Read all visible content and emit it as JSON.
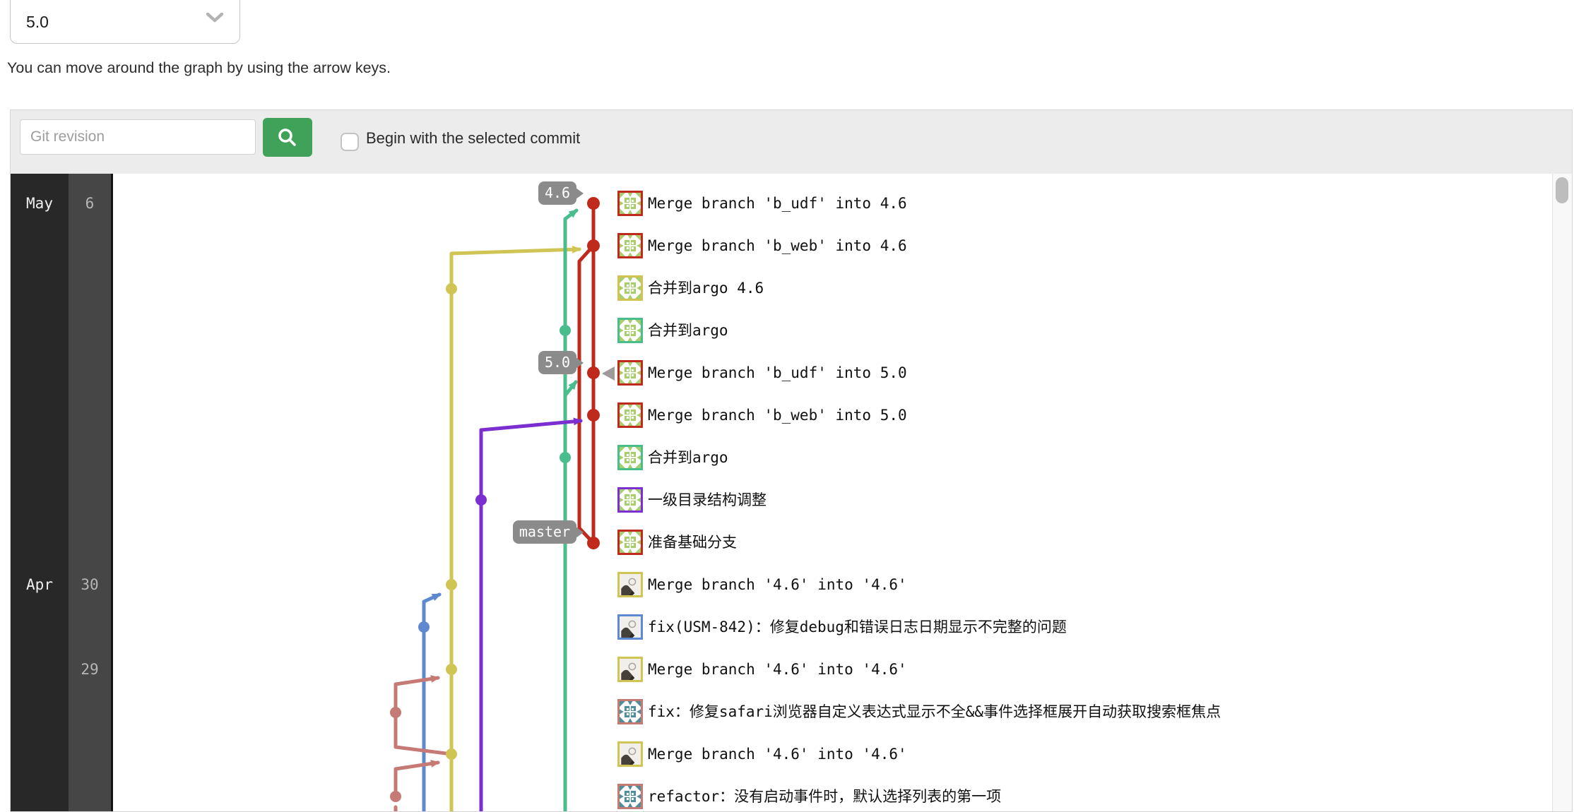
{
  "branch_selector": {
    "value": "5.0"
  },
  "hint_text": "You can move around the graph by using the arrow keys.",
  "toolbar": {
    "search_placeholder": "Git revision",
    "checkbox_label": "Begin with the selected commit",
    "checkbox_checked": false
  },
  "lane_colors": {
    "red": "#c02a1d",
    "green": "#49bd8c",
    "yellow": "#d0c454",
    "purple": "#7b2fd1",
    "blue": "#5e88d0",
    "salmon": "#c57a76"
  },
  "branch_labels": [
    {
      "name": "4.6",
      "row": 0
    },
    {
      "name": "5.0",
      "row": 4
    },
    {
      "name": "master",
      "row": 8
    }
  ],
  "date_gutter": [
    {
      "month": "May",
      "day": "6",
      "row": 0
    },
    {
      "month": "Apr",
      "day": "30",
      "row": 9
    },
    {
      "month": "",
      "day": "29",
      "row": 11
    }
  ],
  "commits": [
    {
      "message": "Merge branch 'b_udf' into 4.6",
      "lane": "red",
      "avatar": "identicon-green",
      "selected": false
    },
    {
      "message": "Merge branch 'b_web' into 4.6",
      "lane": "red",
      "avatar": "identicon-green",
      "selected": false
    },
    {
      "message": "合并到argo 4.6",
      "lane": "yellow",
      "avatar": "identicon-green",
      "selected": false
    },
    {
      "message": "合并到argo",
      "lane": "green",
      "avatar": "identicon-green",
      "selected": false
    },
    {
      "message": "Merge branch 'b_udf' into 5.0",
      "lane": "red",
      "avatar": "identicon-green",
      "selected": true
    },
    {
      "message": "Merge branch 'b_web' into 5.0",
      "lane": "red",
      "avatar": "identicon-green",
      "selected": false
    },
    {
      "message": "合并到argo",
      "lane": "green",
      "avatar": "identicon-green",
      "selected": false
    },
    {
      "message": "一级目录结构调整",
      "lane": "purple",
      "avatar": "identicon-green",
      "selected": false
    },
    {
      "message": "准备基础分支",
      "lane": "red",
      "avatar": "identicon-green",
      "selected": false
    },
    {
      "message": "Merge branch '4.6' into '4.6'",
      "lane": "yellow",
      "avatar": "photo",
      "selected": false
    },
    {
      "message": "fix(USM-842)：修复debug和错误日志日期显示不完整的问题",
      "lane": "blue",
      "avatar": "photo",
      "selected": false
    },
    {
      "message": "Merge branch '4.6' into '4.6'",
      "lane": "yellow",
      "avatar": "photo",
      "selected": false
    },
    {
      "message": "fix：修复safari浏览器自定义表达式显示不全&&事件选择框展开自动获取搜索框焦点",
      "lane": "salmon",
      "avatar": "identicon-teal",
      "selected": false
    },
    {
      "message": "Merge branch '4.6' into '4.6'",
      "lane": "yellow",
      "avatar": "photo",
      "selected": false
    },
    {
      "message": "refactor：没有启动事件时，默认选择列表的第一项",
      "lane": "salmon",
      "avatar": "identicon-teal",
      "selected": false
    }
  ]
}
